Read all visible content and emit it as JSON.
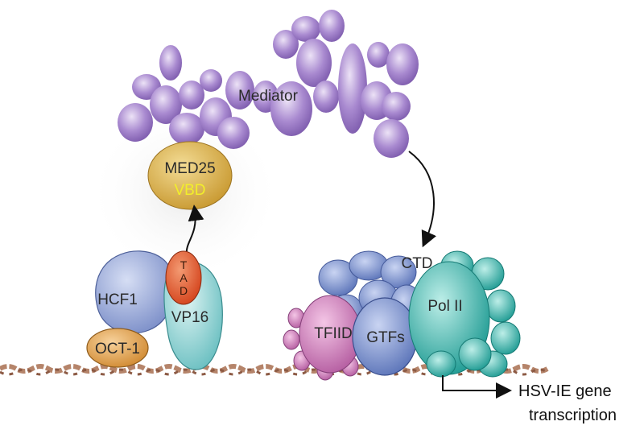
{
  "labels": {
    "mediator": "Mediator",
    "med25": "MED25",
    "vbd": "VBD",
    "tad_letters": [
      "T",
      "A",
      "D"
    ],
    "hcf1": "HCF1",
    "vp16": "VP16",
    "oct1": "OCT-1",
    "ctd": "CTD",
    "tfiid": "TFIID",
    "gtfs": "GTFs",
    "pol2": "Pol II",
    "output_line1": "HSV-IE gene",
    "output_line2": "transcription"
  },
  "colors": {
    "mediator": "#9a7ac4",
    "med25": "#d9b04a",
    "vbd_text": "#f2ee2a",
    "tad": "#e4572e",
    "hcf1": "#8ea0d4",
    "vp16": "#86cfd0",
    "oct1": "#e0a24a",
    "tfiid": "#d880c0",
    "gtfs": "#6f86c8",
    "pol2": "#2fb2a8",
    "dna": "#b5846a"
  }
}
